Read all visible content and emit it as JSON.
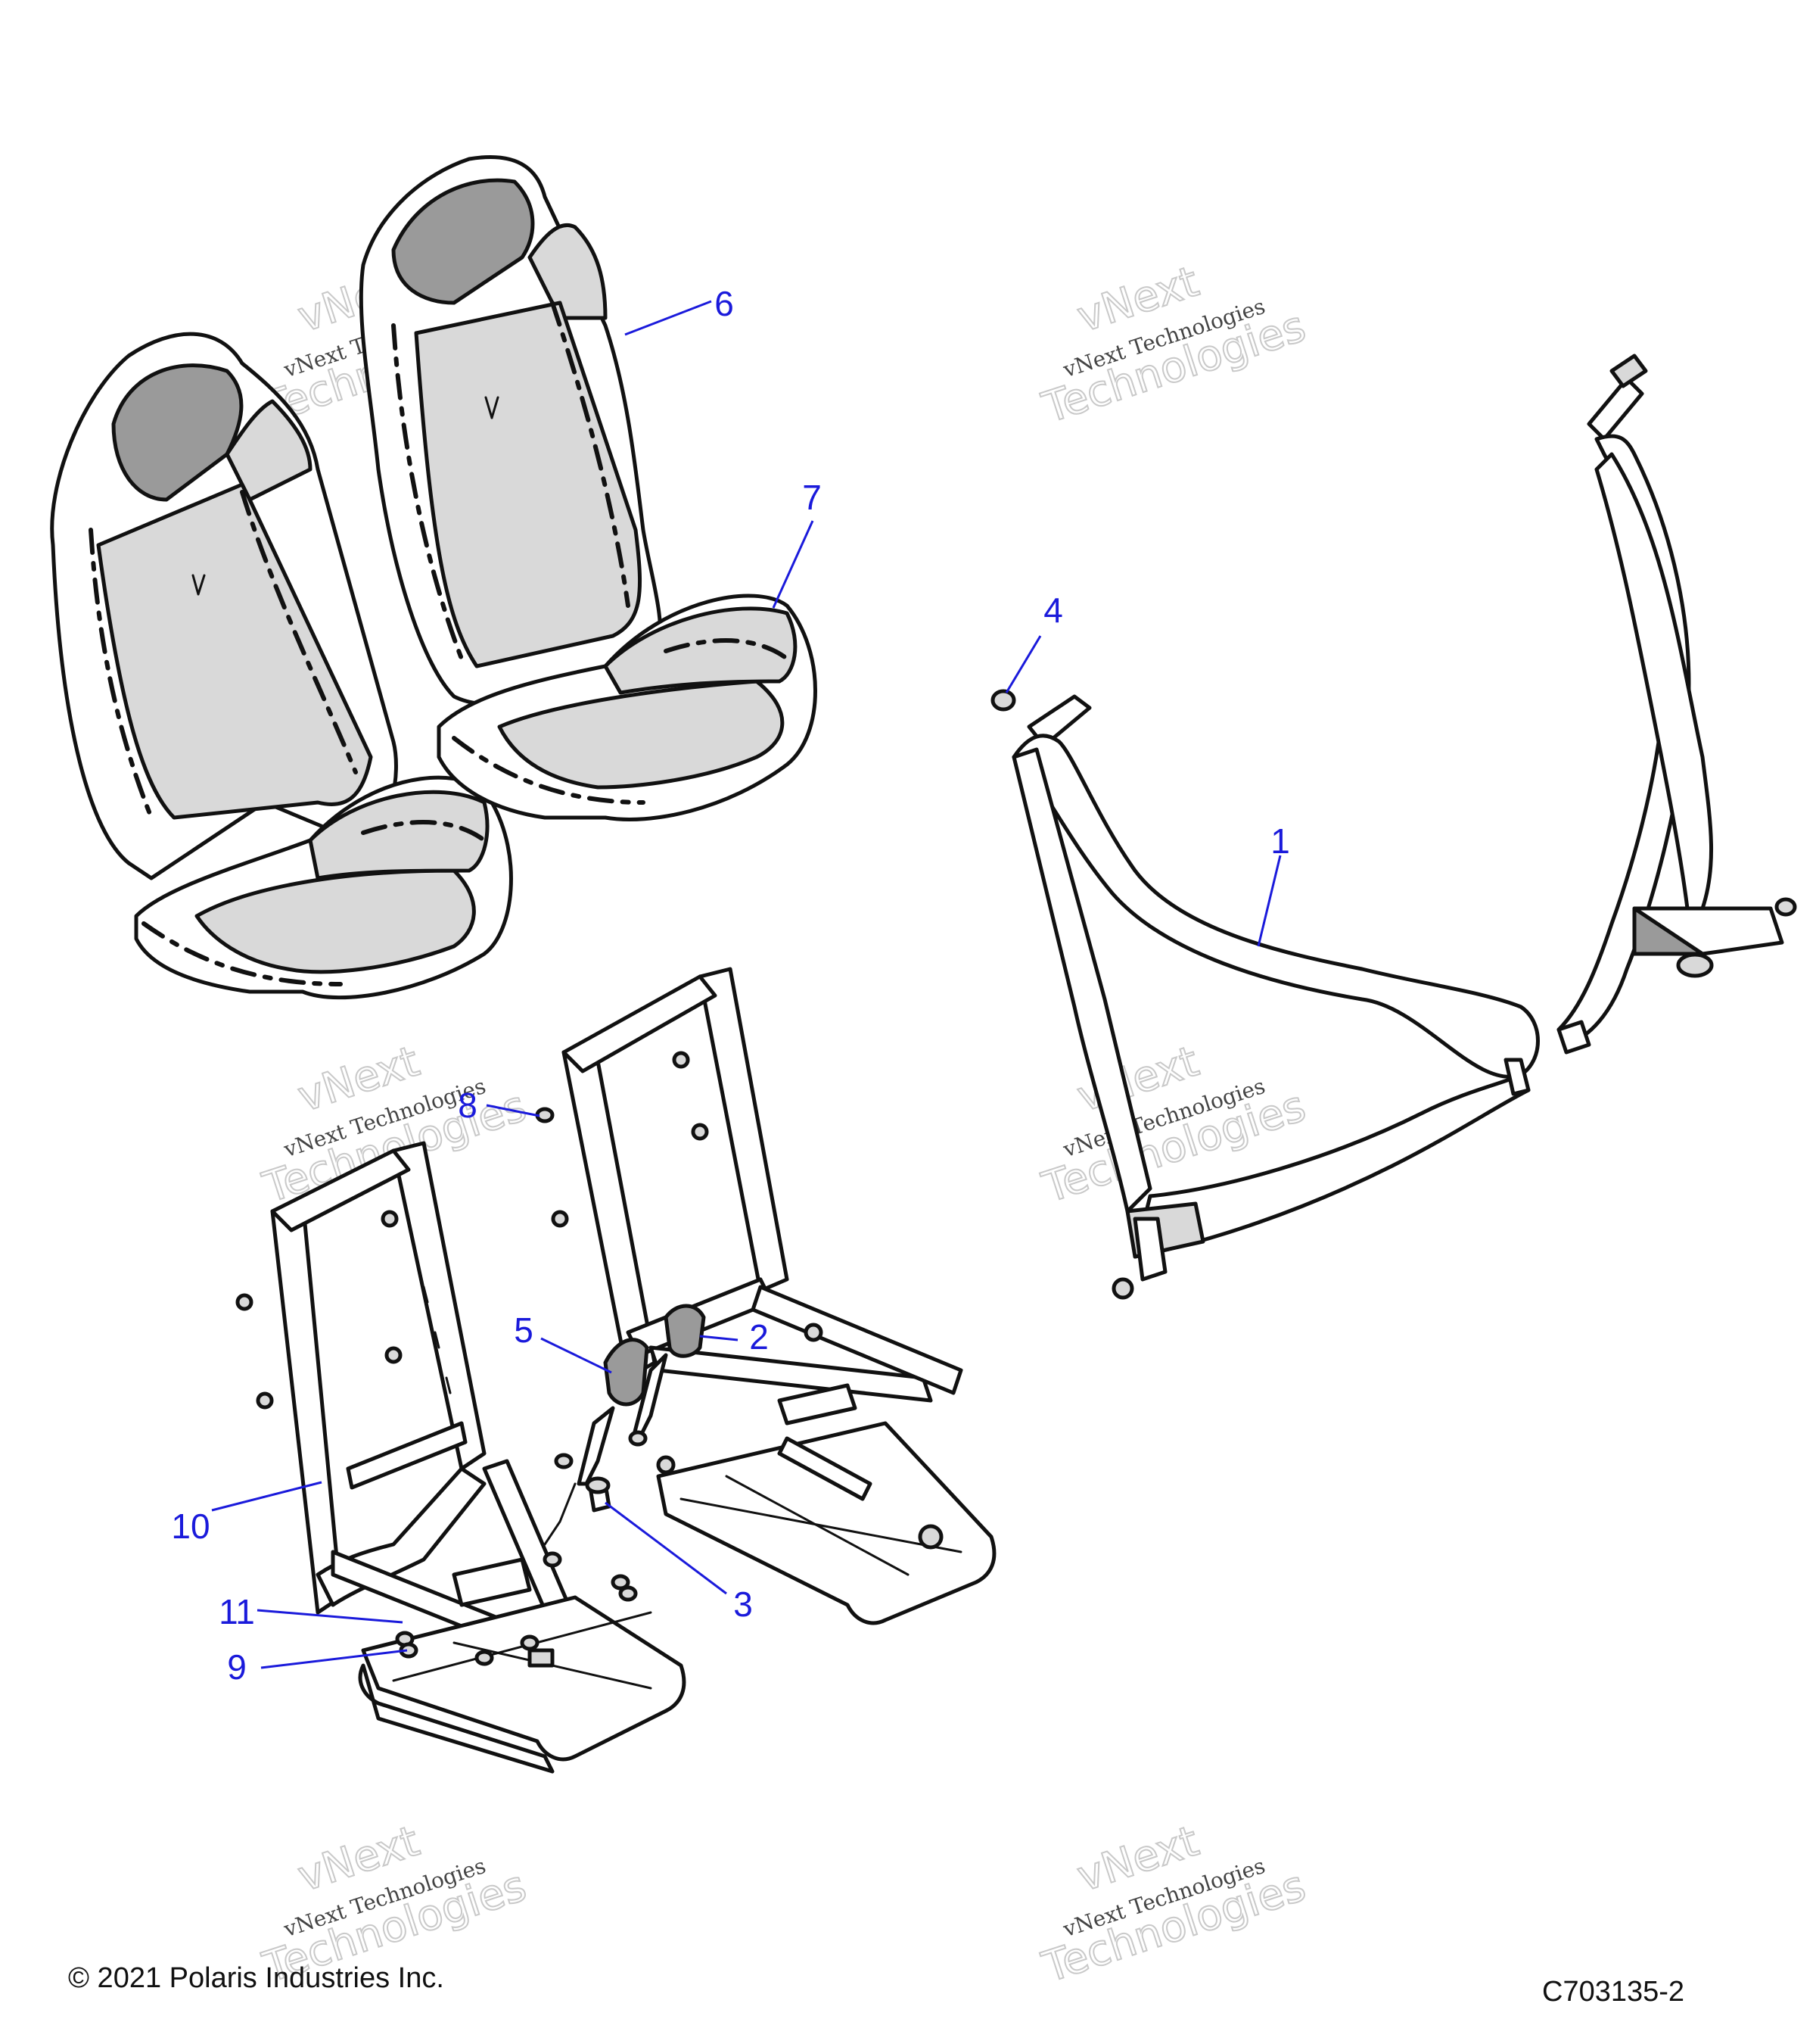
{
  "callouts": [
    {
      "id": "1",
      "label": "1"
    },
    {
      "id": "2",
      "label": "2"
    },
    {
      "id": "3",
      "label": "3"
    },
    {
      "id": "4",
      "label": "4"
    },
    {
      "id": "5",
      "label": "5"
    },
    {
      "id": "6",
      "label": "6"
    },
    {
      "id": "7",
      "label": "7"
    },
    {
      "id": "8",
      "label": "8"
    },
    {
      "id": "9",
      "label": "9"
    },
    {
      "id": "10",
      "label": "10"
    },
    {
      "id": "11",
      "label": "11"
    }
  ],
  "watermark": {
    "line1": "vNext",
    "line2": "vNext Technologies",
    "line3": "Technologies"
  },
  "footer": {
    "copyright": "© 2021 Polaris Industries Inc.",
    "diagram_code": "C703135-2"
  }
}
